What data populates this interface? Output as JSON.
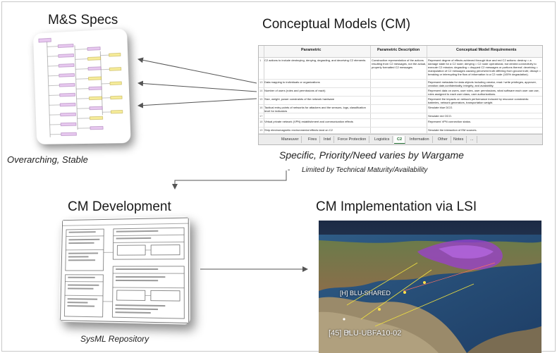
{
  "titles": {
    "specs": "M&S Specs",
    "cm": "Conceptual Models (CM)",
    "dev": "CM Development",
    "impl": "CM Implementation via LSI"
  },
  "captions": {
    "specs": "Overarching, Stable",
    "cm_main": "Specific, Priority/Need varies by Wargame",
    "cm_bullet": "-",
    "cm_sub": "Limited by Technical Maturity/Availability",
    "dev": "SysML Repository"
  },
  "spreadsheet": {
    "headers": [
      "Parametric",
      "Parametric Description",
      "Conceptual Model Requirements"
    ],
    "rows": [
      {
        "n": "1",
        "c1": "C2 actions to include destroying, denying, degrading, and deceiving C2 elements",
        "c2": "Constructive representation of the actions resulting from C2 messages, not the actual, properly formatted C2 messages",
        "c3": "Represent degree of effects achieved through blue and red C2 actions: destroy = a damage state for a C2 node; denying = C2 node operational, but denied connectivity to execute C2 mission; degrading = dropped C2 messages or portions thereof; deceiving = manipulation of C2 messages causing perceived truth differing from ground truth; disrupt = breaking or interrupting the flow of information to a C2 node (100% degradation)."
      },
      {
        "n": "13",
        "c1": "Data mapping to individuals or organizations",
        "c2": "",
        "c3": "Represent metadata for data objects including creator, read / write privileges, approver, creation date,confidentiality, integrity, and availability."
      },
      {
        "n": "14",
        "c1": "Number of users (roles and permissions of each)",
        "c2": "",
        "c3": "Represent data on users, user roles, user permissions, what software each user can use, roles assigned to each user class, user authorizations."
      },
      {
        "n": "15",
        "c1": "Size, weight, power constraints of the network hardware",
        "c2": "",
        "c3": "Represent the impacts on network performance induced by resource constraints: batteries, network generators, transportation weight."
      },
      {
        "n": "16",
        "c1": "Tactical entry points of networks for attackers and the sensors, logs, classification level for indicators",
        "c2": "",
        "c3": "Simulate blue DCO."
      },
      {
        "n": "17",
        "c1": "",
        "c2": "",
        "c3": "Simulate red OCO."
      },
      {
        "n": "18",
        "c1": "Virtual private network (VPN) establishment and communication effects",
        "c2": "",
        "c3": "Represent VPN connection status."
      },
      {
        "n": "19",
        "c1": "Ship electromagnetic environmental effects land on C2",
        "c2": "",
        "c3": "Simulate the interaction of EM sources."
      }
    ],
    "tabs": [
      "Maneuver",
      "Fires",
      "Intel",
      "Force Protection",
      "Logistics",
      "C2",
      "Information",
      "Other",
      "Notes",
      "..."
    ],
    "active_tab": "C2"
  },
  "map": {
    "label1": "[H] BLU-SHARED",
    "label2": "[45] BLU-UBFA10-02"
  },
  "colors": {
    "arrow": "#555555",
    "tab_active": "#1e6b2e"
  }
}
